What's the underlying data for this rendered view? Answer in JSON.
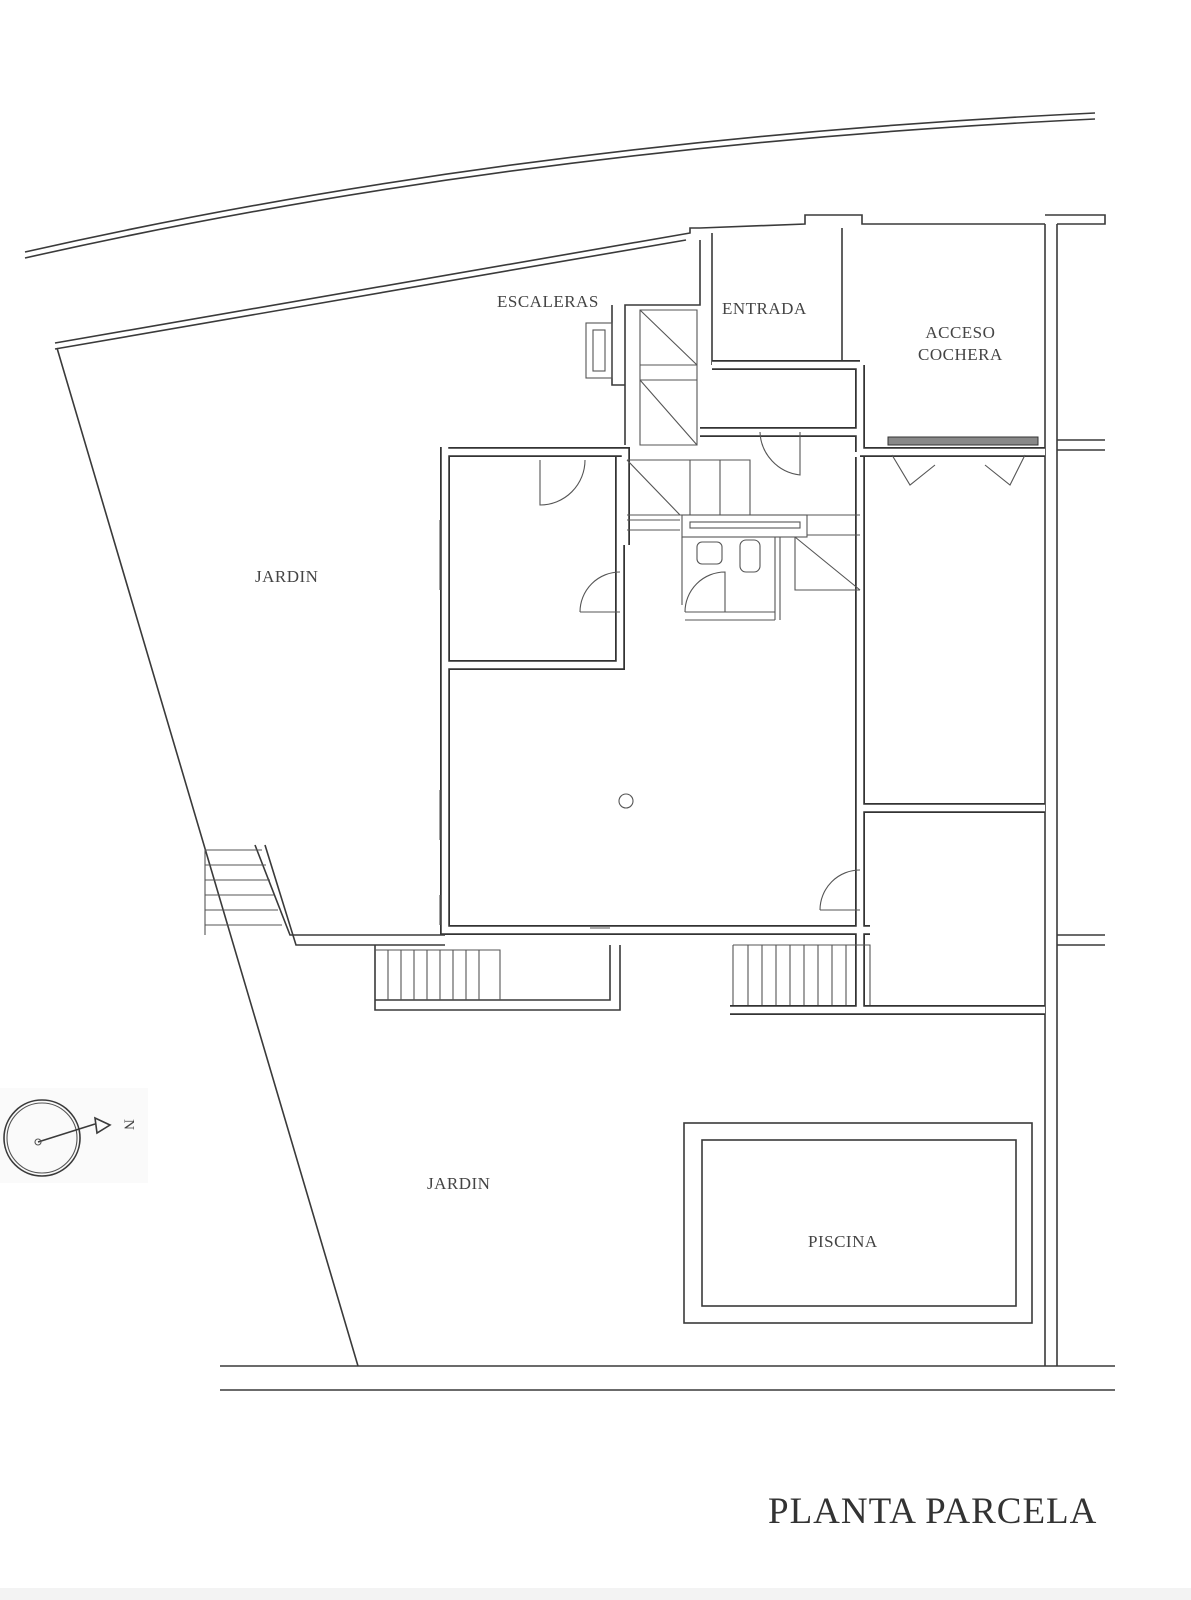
{
  "plan": {
    "title": "PLANTA PARCELA",
    "labels": {
      "stairs": "ESCALERAS",
      "entrance": "ENTRADA",
      "garage_access_line1": "ACCESO",
      "garage_access_line2": "COCHERA",
      "garden_upper": "JARDIN",
      "garden_lower": "JARDIN",
      "pool": "PISCINA"
    },
    "compass": {
      "north_label": "N"
    }
  }
}
